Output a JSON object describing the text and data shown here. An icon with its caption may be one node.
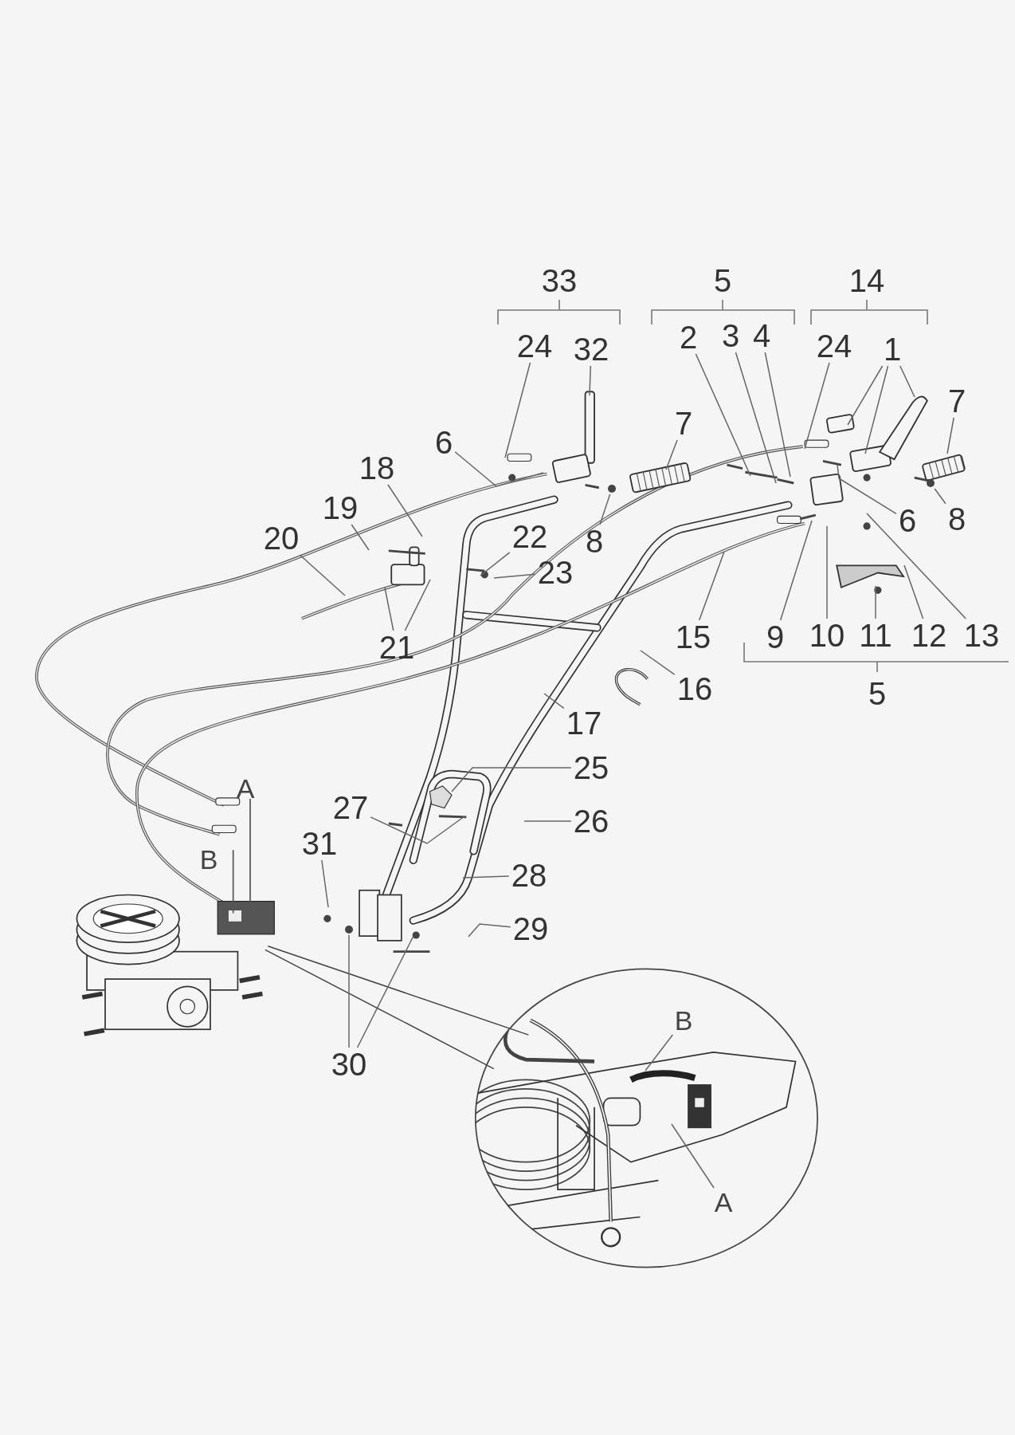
{
  "diagram": {
    "nodes": [
      {
        "text": [
          "24"
        ]
      },
      {
        "text": [
          "32"
        ]
      },
      {
        "text": [
          "2"
        ]
      },
      {
        "text": [
          "3"
        ]
      },
      {
        "text": [
          "4"
        ]
      },
      {
        "text": [
          "24"
        ]
      },
      {
        "text": [
          "1"
        ]
      },
      {
        "text": [
          "7"
        ]
      },
      {
        "text": [
          "7"
        ]
      },
      {
        "text": [
          "18"
        ]
      },
      {
        "text": [
          "6"
        ]
      },
      {
        "text": [
          "19"
        ]
      },
      {
        "text": [
          "20"
        ]
      },
      {
        "text": [
          "22"
        ]
      },
      {
        "text": [
          "8"
        ]
      },
      {
        "text": [
          "23"
        ]
      },
      {
        "text": [
          "6"
        ]
      },
      {
        "text": [
          "8"
        ]
      },
      {
        "text": [
          "21"
        ]
      },
      {
        "text": [
          "15"
        ]
      },
      {
        "text": [
          "9"
        ]
      },
      {
        "text": [
          "10"
        ]
      },
      {
        "text": [
          "11"
        ]
      },
      {
        "text": [
          "12"
        ]
      },
      {
        "text": [
          "13"
        ]
      },
      {
        "text": [
          "16"
        ]
      },
      {
        "text": [
          "17"
        ]
      },
      {
        "text": [
          "25"
        ]
      },
      {
        "text": [
          "27"
        ]
      },
      {
        "text": [
          "26"
        ]
      },
      {
        "text": [
          "31"
        ]
      },
      {
        "text": [
          "28"
        ]
      },
      {
        "text": [
          "29"
        ]
      },
      {
        "text": [
          "30"
        ]
      },
      {
        "text": [
          "B"
        ]
      },
      {
        "text": [
          "A"
        ]
      },
      {
        "text": [],
        "shape": "circle"
      },
      {
        "text": [],
        "shape": "circle"
      },
      {
        "text": [],
        "shape": "circle"
      }
    ],
    "edges": [
      {
        "from": 0,
        "to": null,
        "arrow": "none"
      },
      {
        "from": 1,
        "to": null,
        "arrow": "none"
      },
      {
        "from": 2,
        "to": null,
        "arrow": "none"
      },
      {
        "from": 3,
        "to": null,
        "arrow": "none"
      },
      {
        "from": 4,
        "to": null,
        "arrow": "none"
      },
      {
        "from": 5,
        "to": null,
        "arrow": "none"
      },
      {
        "from": 6,
        "to": null,
        "arrow": "none"
      },
      {
        "from": 6,
        "to": null,
        "arrow": "none"
      },
      {
        "from": 6,
        "to": null,
        "arrow": "none"
      },
      {
        "from": 7,
        "to": null,
        "arrow": "none"
      },
      {
        "from": 8,
        "to": null,
        "arrow": "none"
      },
      {
        "from": 9,
        "to": null,
        "arrow": "none"
      },
      {
        "from": 10,
        "to": null,
        "arrow": "none"
      },
      {
        "from": 11,
        "to": null,
        "arrow": "none"
      },
      {
        "from": 12,
        "to": null,
        "arrow": "none"
      },
      {
        "from": 13,
        "to": null,
        "arrow": "none"
      },
      {
        "from": 14,
        "to": 36,
        "arrow": "none"
      },
      {
        "from": 15,
        "to": null,
        "arrow": "none"
      },
      {
        "from": 16,
        "to": null,
        "arrow": "none"
      },
      {
        "from": 17,
        "to": 37,
        "arrow": "none"
      },
      {
        "from": 18,
        "to": null,
        "arrow": "none"
      },
      {
        "from": 18,
        "to": null,
        "arrow": "none"
      },
      {
        "from": 19,
        "to": null,
        "arrow": "none"
      },
      {
        "from": 20,
        "to": null,
        "arrow": "none"
      },
      {
        "from": 21,
        "to": null,
        "arrow": "none"
      },
      {
        "from": 22,
        "to": null,
        "arrow": "none"
      },
      {
        "from": 23,
        "to": null,
        "arrow": "none"
      },
      {
        "from": 24,
        "to": null,
        "arrow": "none"
      },
      {
        "from": 25,
        "to": null,
        "arrow": "none"
      },
      {
        "from": 26,
        "to": null,
        "arrow": "none"
      },
      {
        "from": 27,
        "to": null,
        "arrow": "none"
      },
      {
        "from": 28,
        "to": null,
        "arrow": "none"
      },
      {
        "from": 29,
        "to": null,
        "arrow": "none"
      },
      {
        "from": 30,
        "to": null,
        "arrow": "none"
      },
      {
        "from": 31,
        "to": null,
        "arrow": "none"
      },
      {
        "from": 32,
        "to": null,
        "arrow": "none"
      },
      {
        "from": 33,
        "to": 38,
        "arrow": "none"
      },
      {
        "from": 33,
        "to": null,
        "arrow": "none"
      },
      {
        "from": 34,
        "to": null,
        "arrow": "none"
      },
      {
        "from": 35,
        "to": null,
        "arrow": "none"
      }
    ],
    "labels": [
      "33",
      "5",
      "14",
      "5",
      "A",
      "B"
    ]
  }
}
